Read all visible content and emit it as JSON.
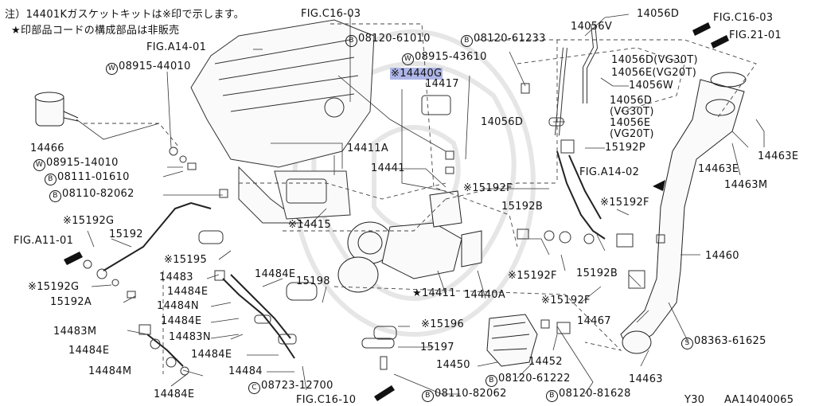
{
  "notes": {
    "line1": "注）14401Kガスケットキットは※印で示します。",
    "line2": "★印部品コードの構成部品は非販売"
  },
  "footer": {
    "model": "Y30",
    "drawing_id": "AA14040065"
  },
  "highlight_part": "※14440G",
  "labels": [
    {
      "id": "fig-c16-03-top",
      "text": "FIG.C16-03"
    },
    {
      "id": "fig-a14-01",
      "text": "FIG.A14-01"
    },
    {
      "id": "w-08915-44010",
      "prefix": "W",
      "text": "08915-44010"
    },
    {
      "id": "b-08120-61010",
      "prefix": "B",
      "text": "08120-61010"
    },
    {
      "id": "b-08120-61233",
      "prefix": "B",
      "text": "08120-61233"
    },
    {
      "id": "w-08915-43610",
      "prefix": "W",
      "text": "08915-43610"
    },
    {
      "id": "p-14440g",
      "text": "※14440G"
    },
    {
      "id": "p-14417",
      "text": "14417"
    },
    {
      "id": "p-14466",
      "text": "14466"
    },
    {
      "id": "w-08915-14010",
      "prefix": "W",
      "text": "08915-14010"
    },
    {
      "id": "b-08111-01610",
      "prefix": "B",
      "text": "08111-01610"
    },
    {
      "id": "b-08110-82062-a",
      "prefix": "B",
      "text": "08110-82062"
    },
    {
      "id": "p-14411a",
      "text": "14411A"
    },
    {
      "id": "p-14441",
      "text": "14441"
    },
    {
      "id": "p-15192g-a",
      "text": "※15192G"
    },
    {
      "id": "p-15192",
      "text": "15192"
    },
    {
      "id": "fig-a11-01",
      "text": "FIG.A11-01"
    },
    {
      "id": "p-14415",
      "text": "※14415"
    },
    {
      "id": "p-15195",
      "text": "※15195"
    },
    {
      "id": "p-14483",
      "text": "14483"
    },
    {
      "id": "p-14484e-a",
      "text": "14484E"
    },
    {
      "id": "p-14484e-b",
      "text": "14484E"
    },
    {
      "id": "p-15198",
      "text": "15198"
    },
    {
      "id": "p-15192g-b",
      "text": "※15192G"
    },
    {
      "id": "p-15192a",
      "text": "15192A"
    },
    {
      "id": "p-14484n-a",
      "text": "14484N"
    },
    {
      "id": "p-14484e-c",
      "text": "14484E"
    },
    {
      "id": "p-14483m",
      "text": "14483M"
    },
    {
      "id": "p-14483n",
      "text": "14483N"
    },
    {
      "id": "p-14484e-d",
      "text": "14484E"
    },
    {
      "id": "p-14484e-e",
      "text": "14484E"
    },
    {
      "id": "p-14484m",
      "text": "14484M"
    },
    {
      "id": "p-14484",
      "text": "14484"
    },
    {
      "id": "p-14484e-f",
      "text": "14484E"
    },
    {
      "id": "c-08723-12700",
      "prefix": "C",
      "text": "08723-12700"
    },
    {
      "id": "fig-c16-10",
      "text": "FIG.C16-10"
    },
    {
      "id": "b-08110-82062-b",
      "prefix": "B",
      "text": "08110-82062"
    },
    {
      "id": "p-14411",
      "text": "★14411"
    },
    {
      "id": "p-14440a",
      "text": "14440A"
    },
    {
      "id": "p-15196",
      "text": "※15196"
    },
    {
      "id": "p-15197",
      "text": "15197"
    },
    {
      "id": "p-14450",
      "text": "14450"
    },
    {
      "id": "b-08120-61222",
      "prefix": "B",
      "text": "08120-61222"
    },
    {
      "id": "b-08120-81628",
      "prefix": "B",
      "text": "08120-81628"
    },
    {
      "id": "p-15192f-a",
      "text": "※15192F"
    },
    {
      "id": "p-15192b-a",
      "text": "15192B"
    },
    {
      "id": "p-15192f-b",
      "text": "※15192F"
    },
    {
      "id": "p-15192f-c",
      "text": "※15192F"
    },
    {
      "id": "p-15192b-b",
      "text": "15192B"
    },
    {
      "id": "p-15192f-d",
      "text": "※15192F"
    },
    {
      "id": "p-14452",
      "text": "14452"
    },
    {
      "id": "p-14467",
      "text": "14467"
    },
    {
      "id": "p-14463",
      "text": "14463"
    },
    {
      "id": "s-08363-61625",
      "prefix": "S",
      "text": "08363-61625"
    },
    {
      "id": "p-14460",
      "text": "14460"
    },
    {
      "id": "fig-a14-02",
      "text": "FIG.A14-02"
    },
    {
      "id": "p-14056d-top",
      "text": "14056D"
    },
    {
      "id": "fig-c16-03-r",
      "text": "FIG.C16-03"
    },
    {
      "id": "fig-21-01",
      "text": "FIG.21-01"
    },
    {
      "id": "p-14056v",
      "text": "14056V"
    },
    {
      "id": "p-14056d-vg30t",
      "text": "14056D(VG30T)"
    },
    {
      "id": "p-14056e-vg20t",
      "text": "14056E(VG20T)"
    },
    {
      "id": "p-14056w",
      "text": "14056W"
    },
    {
      "id": "p-14056d-2",
      "text": "14056D"
    },
    {
      "id": "p-vg30t",
      "text": "(VG30T)"
    },
    {
      "id": "p-14056e-2",
      "text": "14056E"
    },
    {
      "id": "p-vg20t",
      "text": "(VG20T)"
    },
    {
      "id": "p-14056d-3",
      "text": "14056D"
    },
    {
      "id": "p-15192p",
      "text": "15192P"
    },
    {
      "id": "p-14463e-a",
      "text": "14463E"
    },
    {
      "id": "p-14463e-b",
      "text": "14463E"
    },
    {
      "id": "p-14463m",
      "text": "14463M"
    }
  ]
}
